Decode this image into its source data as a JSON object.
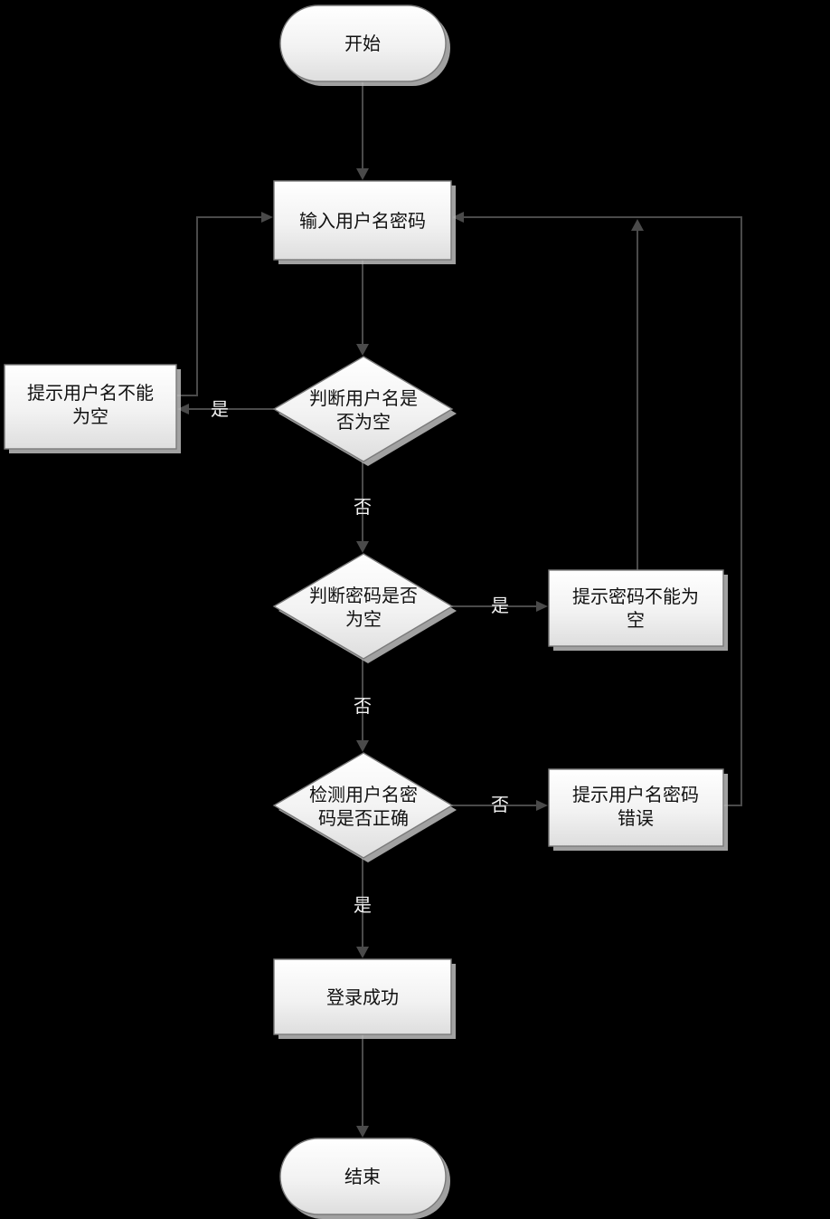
{
  "diagram": {
    "type": "flowchart",
    "description": "login-flow",
    "colors": {
      "background": "#000000",
      "node_fill_top": "#ffffff",
      "node_fill_bottom": "#dedede",
      "node_border": "#7a7a7a",
      "node_shadow": "#bdbdbd",
      "connector": "#4a4a4a",
      "node_text": "#111111",
      "edge_label_text": "#f2f2f2"
    },
    "nodes": {
      "start": {
        "type": "terminator",
        "label": "开始"
      },
      "input": {
        "type": "process",
        "label": "输入用户名密码"
      },
      "check_username": {
        "type": "decision",
        "line1": "判断用户名是",
        "line2": "否为空"
      },
      "username_empty_tip": {
        "type": "process",
        "line1": "提示用户名不能",
        "line2": "为空"
      },
      "check_password": {
        "type": "decision",
        "line1": "判断密码是否",
        "line2": "为空"
      },
      "password_empty_tip": {
        "type": "process",
        "line1": "提示密码不能为",
        "line2": "空"
      },
      "check_credentials": {
        "type": "decision",
        "line1": "检测用户名密",
        "line2": "码是否正确"
      },
      "credentials_error_tip": {
        "type": "process",
        "line1": "提示用户名密码",
        "line2": "错误"
      },
      "login_success": {
        "type": "process",
        "label": "登录成功"
      },
      "end": {
        "type": "terminator",
        "label": "结束"
      }
    },
    "edge_labels": {
      "username_empty_yes": "是",
      "username_not_empty_no": "否",
      "password_empty_yes": "是",
      "password_not_empty_no": "否",
      "credentials_wrong_no": "否",
      "credentials_ok_yes": "是"
    }
  }
}
